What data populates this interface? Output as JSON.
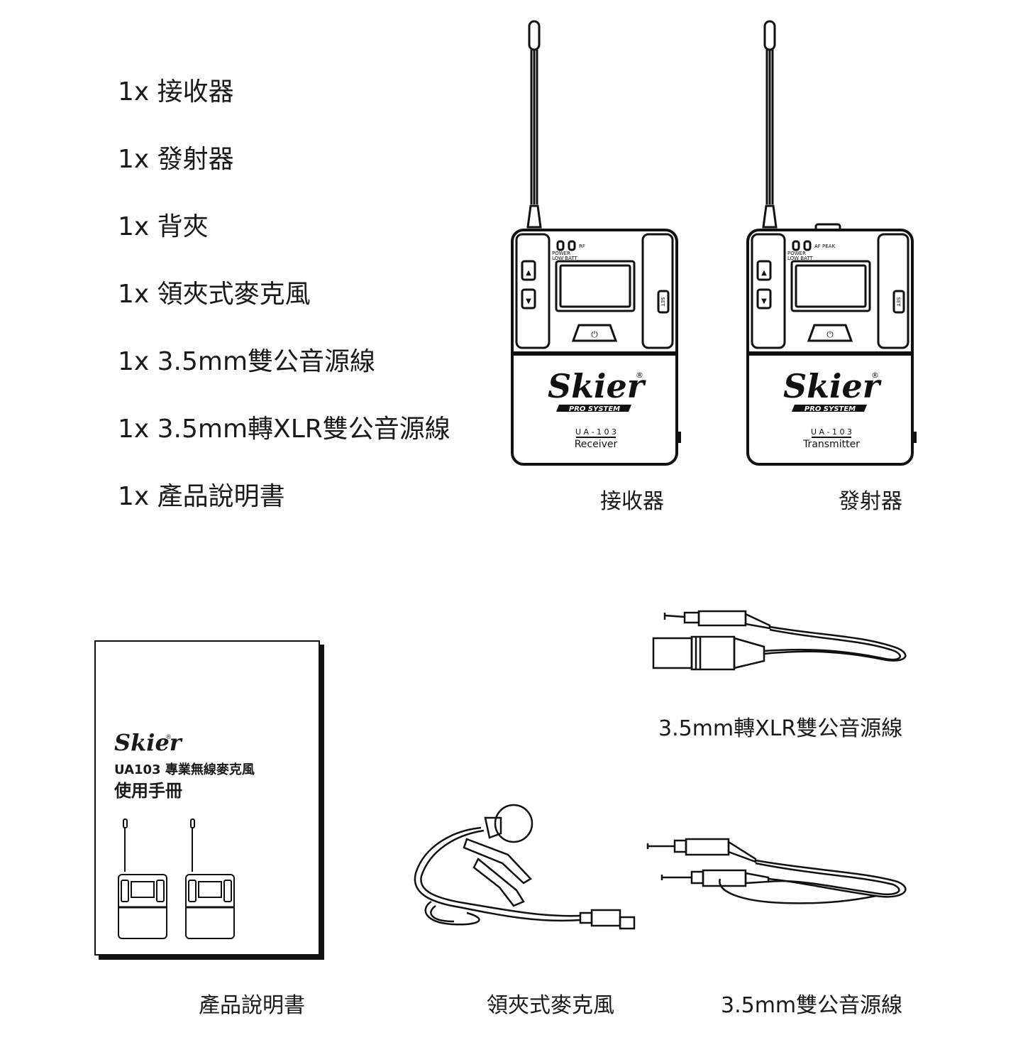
{
  "contents_list": [
    "1x 接收器",
    "1x 發射器",
    "1x 背夾",
    "1x 領夾式麥克風",
    "1x 3.5mm雙公音源線",
    "1x 3.5mm轉XLR雙公音源線",
    "1x 產品說明書"
  ],
  "receiver": {
    "caption": "接收器",
    "brand": "Skier",
    "registered": "®",
    "tagline": "PRO SYSTEM",
    "model": "U A - 1 0 3",
    "role": "Receiver",
    "led_label_top": "RF",
    "led_label_1": "POWER",
    "led_label_2": "LOW BATT",
    "up": "▲",
    "down": "▼",
    "set": "SET",
    "power": "⏻"
  },
  "transmitter": {
    "caption": "發射器",
    "brand": "Skier",
    "registered": "®",
    "tagline": "PRO SYSTEM",
    "model": "U A - 1 0 3",
    "role": "Transmitter",
    "led_label_top": "AF PEAK",
    "led_label_1": "POWER",
    "led_label_2": "LOW BATT",
    "up": "▲",
    "down": "▼",
    "set": "SET",
    "power": "⏻"
  },
  "manual": {
    "caption": "產品說明書",
    "brand": "Skier",
    "registered": "®",
    "title_line1": "UA103 專業無線麥克風",
    "title_line2": "使用手冊"
  },
  "captions": {
    "xlr_cable": "3.5mm轉XLR雙公音源線",
    "lavalier": "領夾式麥克風",
    "dual_cable": "3.5mm雙公音源線"
  }
}
